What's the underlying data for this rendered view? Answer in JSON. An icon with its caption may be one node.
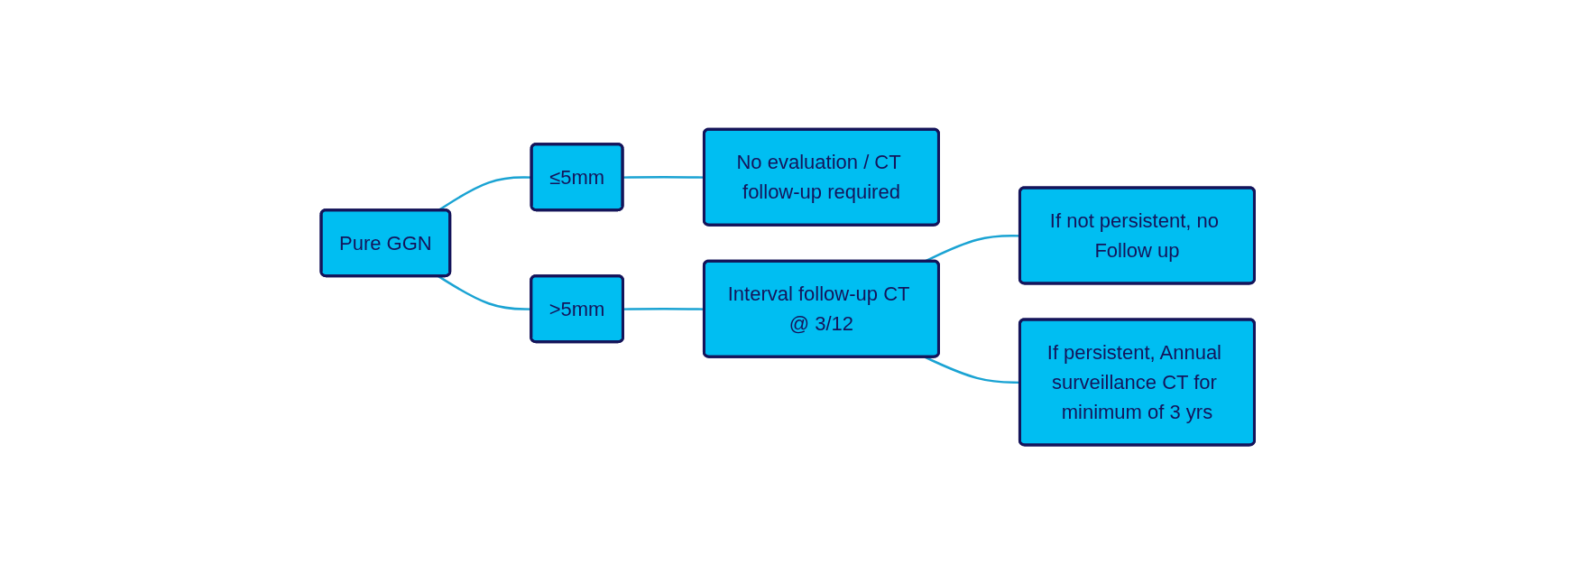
{
  "diagram": {
    "nodes": [
      {
        "text": [
          "Pure GGN"
        ]
      },
      {
        "text": [
          "≤5mm"
        ]
      },
      {
        "text": [
          ">5mm"
        ]
      },
      {
        "text": [
          "No evaluation / CT follow-up required"
        ]
      },
      {
        "text": [
          "Interval follow-up CT @ 3/12"
        ]
      },
      {
        "text": [
          "If not persistent, no Follow up"
        ]
      },
      {
        "text": [
          "If persistent, Annual surveillance CT for minimum of 3 yrs"
        ]
      }
    ],
    "edges": [
      {
        "from": 0,
        "to": 1,
        "arrow": "none"
      },
      {
        "from": 0,
        "to": 2,
        "arrow": "none"
      },
      {
        "from": 1,
        "to": 3,
        "arrow": "none"
      },
      {
        "from": 2,
        "to": 4,
        "arrow": "none"
      },
      {
        "from": 4,
        "to": 5,
        "arrow": "none"
      },
      {
        "from": 4,
        "to": 6,
        "arrow": "none"
      }
    ]
  }
}
